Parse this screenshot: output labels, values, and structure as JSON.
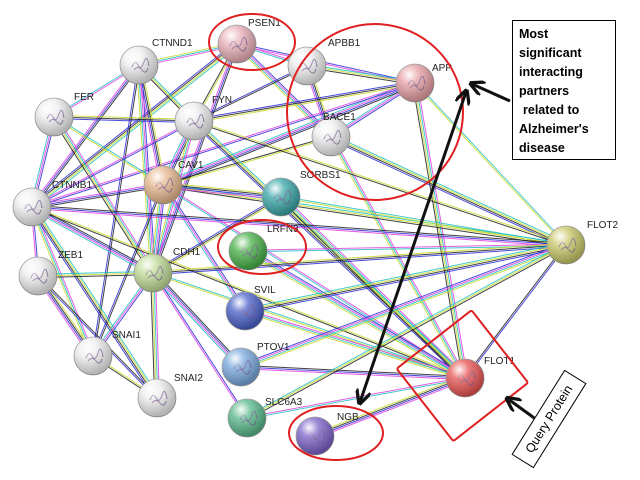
{
  "nodes": [
    {
      "id": "PSEN1",
      "label": "PSEN1",
      "color": "#e8b0b8"
    },
    {
      "id": "APBB1",
      "label": "APBB1",
      "color": "#eeeeee"
    },
    {
      "id": "APP",
      "label": "APP",
      "color": "#e7a0a4"
    },
    {
      "id": "BACE1",
      "label": "BACE1",
      "color": "#eeeeee"
    },
    {
      "id": "CTNND1",
      "label": "CTNND1",
      "color": "#eeeeee"
    },
    {
      "id": "FER",
      "label": "FER",
      "color": "#eeeeee"
    },
    {
      "id": "FYN",
      "label": "FYN",
      "color": "#eeeeee"
    },
    {
      "id": "CAV1",
      "label": "CAV1",
      "color": "#e8b890"
    },
    {
      "id": "SORBS1",
      "label": "SORBS1",
      "color": "#3aa6a8"
    },
    {
      "id": "CTNNB1",
      "label": "CTNNB1",
      "color": "#eeeeee"
    },
    {
      "id": "LRFN3",
      "label": "LRFN3",
      "color": "#48b048"
    },
    {
      "id": "FLOT2",
      "label": "FLOT2",
      "color": "#c8c868"
    },
    {
      "id": "ZEB1",
      "label": "ZEB1",
      "color": "#eeeeee"
    },
    {
      "id": "CDH1",
      "label": "CDH1",
      "color": "#c0dc98"
    },
    {
      "id": "SVIL",
      "label": "SVIL",
      "color": "#4a62c8"
    },
    {
      "id": "SNAI1",
      "label": "SNAI1",
      "color": "#eeeeee"
    },
    {
      "id": "PTOV1",
      "label": "PTOV1",
      "color": "#78a8dc"
    },
    {
      "id": "SNAI2",
      "label": "SNAI2",
      "color": "#eeeeee"
    },
    {
      "id": "FLOT1",
      "label": "FLOT1",
      "color": "#e85454"
    },
    {
      "id": "SLC6A3",
      "label": "SLC6A3",
      "color": "#58b88a"
    },
    {
      "id": "NGB",
      "label": "NGB",
      "color": "#7a62c8"
    }
  ],
  "edges": [
    [
      "PSEN1",
      "APP"
    ],
    [
      "PSEN1",
      "CTNND1"
    ],
    [
      "PSEN1",
      "CTNNB1"
    ],
    [
      "PSEN1",
      "FYN"
    ],
    [
      "PSEN1",
      "CDH1"
    ],
    [
      "PSEN1",
      "BACE1"
    ],
    [
      "PSEN1",
      "APBB1"
    ],
    [
      "APBB1",
      "APP"
    ],
    [
      "APBB1",
      "BACE1"
    ],
    [
      "APBB1",
      "FYN"
    ],
    [
      "APP",
      "BACE1"
    ],
    [
      "APP",
      "FLOT1"
    ],
    [
      "APP",
      "FLOT2"
    ],
    [
      "APP",
      "FYN"
    ],
    [
      "APP",
      "CAV1"
    ],
    [
      "APP",
      "CTNNB1"
    ],
    [
      "BACE1",
      "FLOT1"
    ],
    [
      "BACE1",
      "FLOT2"
    ],
    [
      "BACE1",
      "CAV1"
    ],
    [
      "CTNND1",
      "CTNNB1"
    ],
    [
      "CTNND1",
      "CDH1"
    ],
    [
      "CTNND1",
      "FER"
    ],
    [
      "CTNND1",
      "FYN"
    ],
    [
      "CTNND1",
      "CAV1"
    ],
    [
      "CTNND1",
      "SNAI1"
    ],
    [
      "FER",
      "CTNNB1"
    ],
    [
      "FER",
      "CDH1"
    ],
    [
      "FER",
      "CAV1"
    ],
    [
      "FER",
      "FYN"
    ],
    [
      "FYN",
      "CAV1"
    ],
    [
      "FYN",
      "CTNNB1"
    ],
    [
      "FYN",
      "CDH1"
    ],
    [
      "FYN",
      "FLOT1"
    ],
    [
      "FYN",
      "FLOT2"
    ],
    [
      "CAV1",
      "CTNNB1"
    ],
    [
      "CAV1",
      "CDH1"
    ],
    [
      "CAV1",
      "FLOT1"
    ],
    [
      "CAV1",
      "FLOT2"
    ],
    [
      "CAV1",
      "SORBS1"
    ],
    [
      "CAV1",
      "SNAI1"
    ],
    [
      "CAV1",
      "SVIL"
    ],
    [
      "SORBS1",
      "FLOT1"
    ],
    [
      "SORBS1",
      "FLOT2"
    ],
    [
      "SORBS1",
      "CDH1"
    ],
    [
      "CTNNB1",
      "CDH1"
    ],
    [
      "CTNNB1",
      "ZEB1"
    ],
    [
      "CTNNB1",
      "SNAI1"
    ],
    [
      "CTNNB1",
      "SNAI2"
    ],
    [
      "CTNNB1",
      "FLOT1"
    ],
    [
      "CTNNB1",
      "FLOT2"
    ],
    [
      "LRFN3",
      "FLOT1"
    ],
    [
      "LRFN3",
      "FLOT2"
    ],
    [
      "ZEB1",
      "CDH1"
    ],
    [
      "ZEB1",
      "SNAI1"
    ],
    [
      "ZEB1",
      "SNAI2"
    ],
    [
      "CDH1",
      "SNAI1"
    ],
    [
      "CDH1",
      "SNAI2"
    ],
    [
      "CDH1",
      "FLOT1"
    ],
    [
      "CDH1",
      "FLOT2"
    ],
    [
      "CDH1",
      "PTOV1"
    ],
    [
      "CDH1",
      "SLC6A3"
    ],
    [
      "SVIL",
      "FLOT1"
    ],
    [
      "SVIL",
      "FLOT2"
    ],
    [
      "SNAI1",
      "SNAI2"
    ],
    [
      "PTOV1",
      "FLOT1"
    ],
    [
      "PTOV1",
      "FLOT2"
    ],
    [
      "SLC6A3",
      "FLOT1"
    ],
    [
      "SLC6A3",
      "FLOT2"
    ],
    [
      "NGB",
      "FLOT1"
    ],
    [
      "FLOT1",
      "FLOT2"
    ]
  ],
  "edge_colors": [
    "#2b2bd8",
    "#e040e0",
    "#20c0c0",
    "#c8d828",
    "#202020"
  ],
  "highlight_color": "#e02020",
  "annotation": {
    "lines": [
      "Most",
      "significant",
      "interacting",
      "partners",
      "related to",
      "Alzheimer's",
      "disease"
    ]
  },
  "query_label": "Query Protein"
}
